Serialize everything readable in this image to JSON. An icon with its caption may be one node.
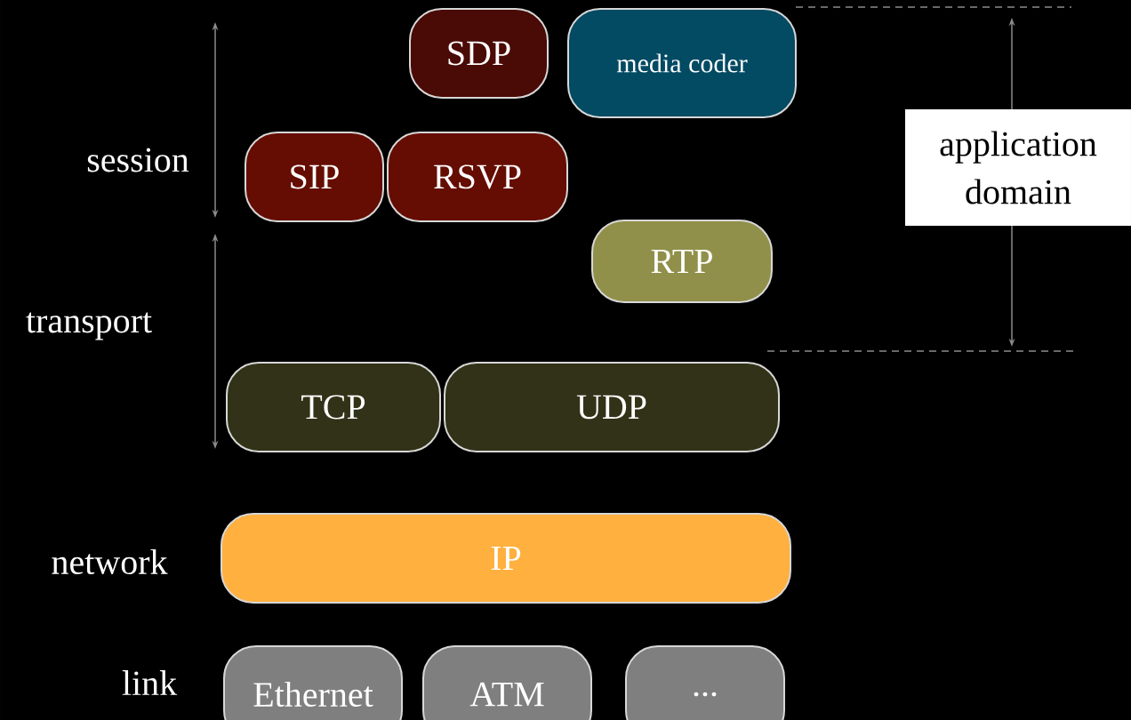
{
  "diagram": {
    "nodes": [
      {
        "text": [
          "SDP"
        ]
      },
      {
        "text": [
          "media coder"
        ]
      },
      {
        "text": [
          "SIP"
        ]
      },
      {
        "text": [
          "RSVP"
        ]
      },
      {
        "text": [
          "RTP"
        ]
      },
      {
        "text": [
          "TCP"
        ]
      },
      {
        "text": [
          "UDP"
        ]
      },
      {
        "text": [
          "IP"
        ]
      },
      {
        "text": [
          "Ethernet"
        ]
      },
      {
        "text": [
          "ATM"
        ]
      },
      {
        "text": [
          "..."
        ]
      },
      {
        "text": [
          "application domain"
        ]
      }
    ],
    "labels": [
      "session",
      "transport",
      "network",
      "link"
    ]
  }
}
